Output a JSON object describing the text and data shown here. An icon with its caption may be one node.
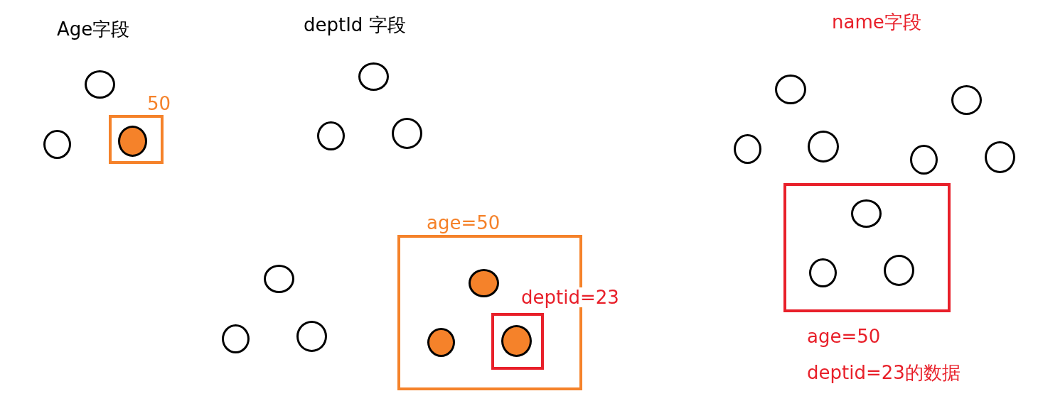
{
  "diagram": {
    "nodes": [
      {
        "text": [],
        "shape": "circle"
      },
      {
        "text": [],
        "shape": "circle"
      },
      {
        "text": [
          "50"
        ]
      },
      {
        "text": [],
        "shape": "circle",
        "in": 2
      },
      {
        "text": [],
        "shape": "circle"
      },
      {
        "text": [],
        "shape": "circle"
      },
      {
        "text": [],
        "shape": "circle"
      },
      {
        "text": [],
        "shape": "circle"
      },
      {
        "text": [],
        "shape": "circle"
      },
      {
        "text": [],
        "shape": "circle"
      },
      {
        "text": [],
        "shape": "circle"
      },
      {
        "text": [],
        "shape": "circle"
      },
      {
        "text": [],
        "shape": "circle"
      },
      {
        "text": [],
        "shape": "box",
        "beside": [
          "age=50",
          "deptid=23的数据"
        ]
      },
      {
        "text": [],
        "shape": "circle",
        "in": 13
      },
      {
        "text": [],
        "shape": "circle",
        "in": 13
      },
      {
        "text": [],
        "shape": "circle",
        "in": 13
      },
      {
        "text": [],
        "shape": "circle"
      },
      {
        "text": [],
        "shape": "circle"
      },
      {
        "text": [],
        "shape": "circle"
      },
      {
        "text": [
          "age=50"
        ]
      },
      {
        "text": [],
        "shape": "circle",
        "in": 20
      },
      {
        "text": [],
        "shape": "circle",
        "in": 20
      },
      {
        "text": [
          "deptid=23"
        ]
      },
      {
        "text": [],
        "shape": "circle"
      }
    ],
    "labels": [
      "Age字段",
      "deptId 字段",
      "name字段"
    ]
  }
}
